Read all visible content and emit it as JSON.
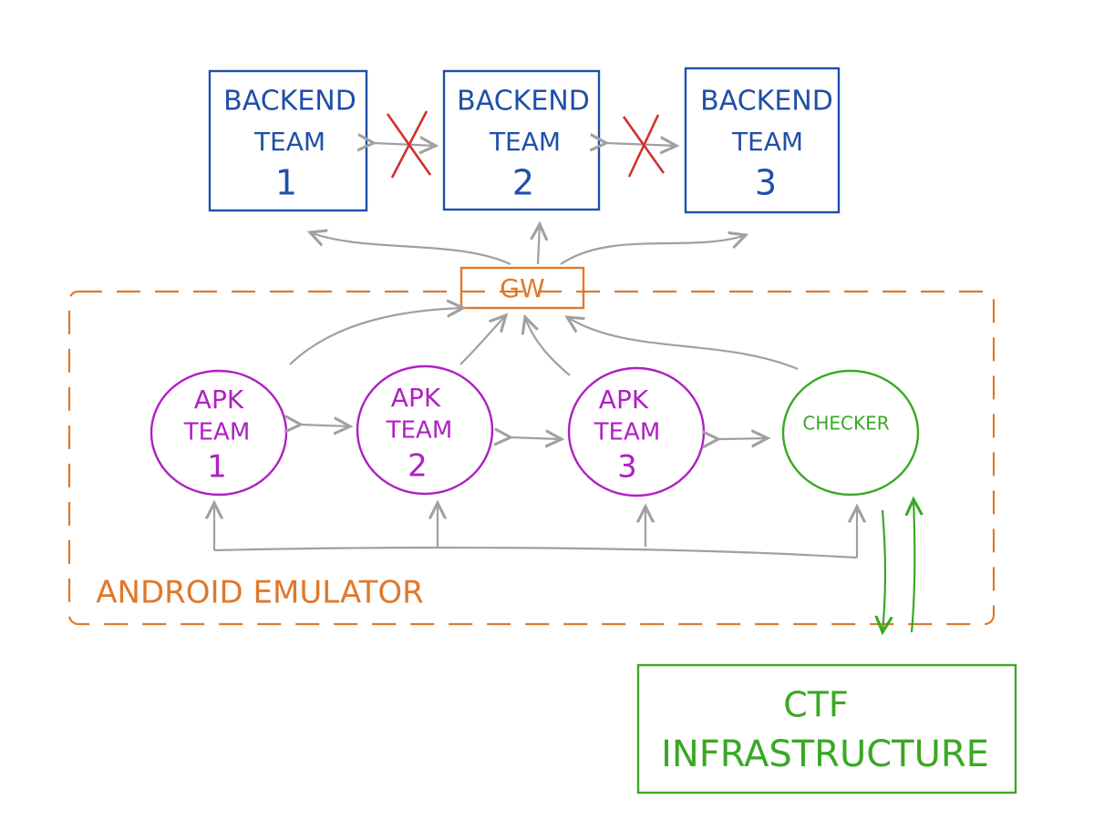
{
  "colors": {
    "backend": "#1f4fa8",
    "apk": "#b01fc4",
    "checker": "#3aa824",
    "gateway": "#e0782a",
    "emulator": "#e0782a",
    "infra": "#3aa824",
    "arrows": "#a0a0a0",
    "blocked": "#d0322e"
  },
  "backends": [
    {
      "line1": "BACKEND",
      "line2": "TEAM",
      "num": "1"
    },
    {
      "line1": "BACKEND",
      "line2": "TEAM",
      "num": "2"
    },
    {
      "line1": "BACKEND",
      "line2": "TEAM",
      "num": "3"
    }
  ],
  "gateway": {
    "label": "GW"
  },
  "apks": [
    {
      "line1": "APK",
      "line2": "TEAM",
      "num": "1"
    },
    {
      "line1": "APK",
      "line2": "TEAM",
      "num": "2"
    },
    {
      "line1": "APK",
      "line2": "TEAM",
      "num": "3"
    }
  ],
  "checker": {
    "label": "CHECKER"
  },
  "emulator": {
    "label": "ANDROID EMULATOR"
  },
  "infra": {
    "line1": "CTF",
    "line2": "INFRASTRUCTURE"
  }
}
